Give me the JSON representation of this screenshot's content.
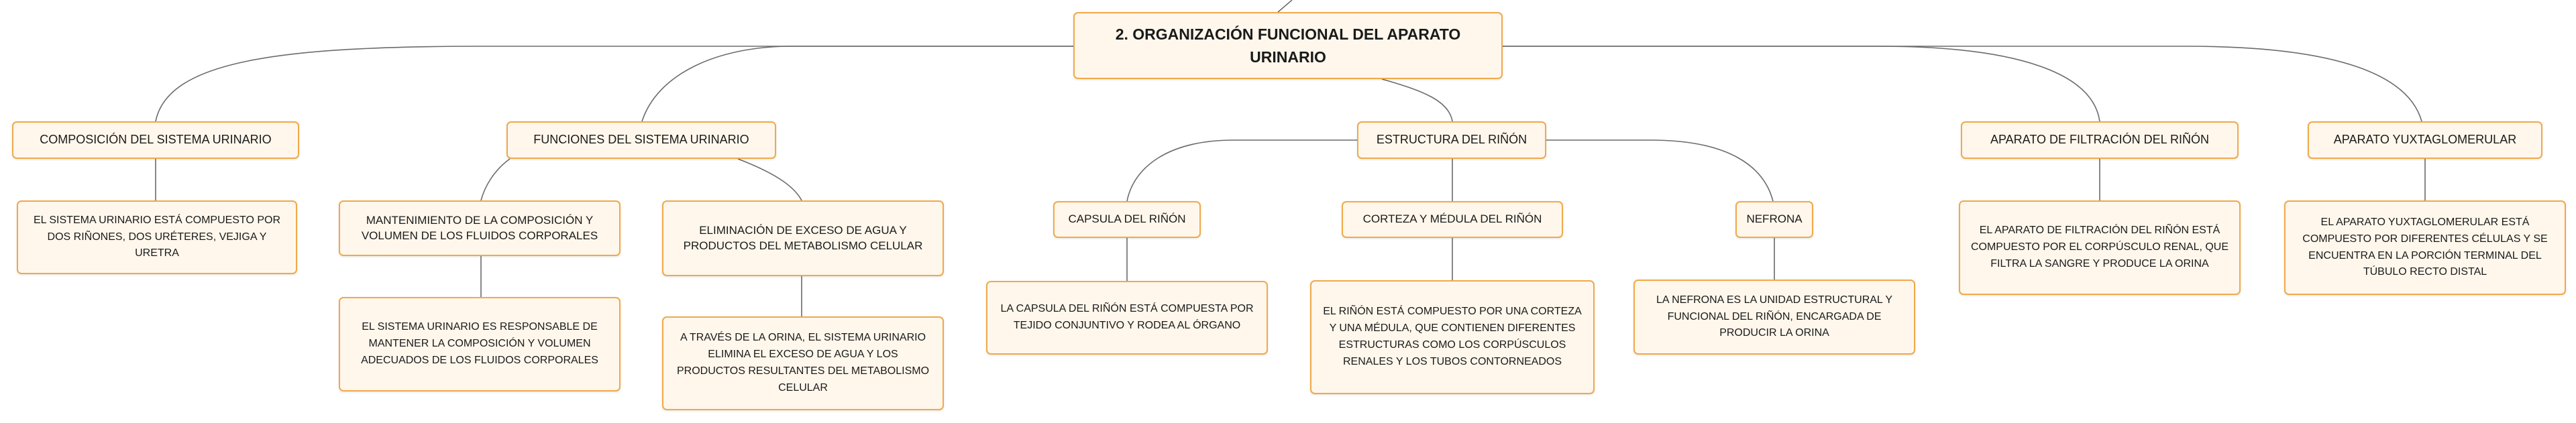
{
  "root": {
    "title": "2. ORGANIZACIÓN FUNCIONAL DEL APARATO URINARIO"
  },
  "branches": {
    "composicion": {
      "label": "COMPOSICIÓN DEL SISTEMA URINARIO",
      "desc": "EL SISTEMA URINARIO ESTÁ COMPUESTO POR DOS RIÑONES, DOS URÉTERES, VEJIGA Y URETRA"
    },
    "funciones": {
      "label": "FUNCIONES DEL SISTEMA URINARIO",
      "mantenimiento": {
        "label": "MANTENIMIENTO DE LA COMPOSICIÓN Y VOLUMEN DE LOS FLUIDOS CORPORALES",
        "desc": "EL SISTEMA URINARIO ES RESPONSABLE DE MANTENER LA COMPOSICIÓN Y VOLUMEN ADECUADOS DE LOS FLUIDOS CORPORALES"
      },
      "eliminacion": {
        "label": "ELIMINACIÓN DE EXCESO DE AGUA Y PRODUCTOS DEL METABOLISMO CELULAR",
        "desc": "A TRAVÉS DE LA ORINA, EL SISTEMA URINARIO ELIMINA EL EXCESO DE AGUA Y LOS PRODUCTOS RESULTANTES DEL METABOLISMO CELULAR"
      }
    },
    "estructura": {
      "label": "ESTRUCTURA DEL RIÑÓN",
      "capsula": {
        "label": "CAPSULA DEL RIÑÓN",
        "desc": "LA CAPSULA DEL RIÑÓN ESTÁ COMPUESTA POR TEJIDO CONJUNTIVO Y RODEA AL ÓRGANO"
      },
      "corteza": {
        "label": "CORTEZA Y MÉDULA DEL RIÑÓN",
        "desc": "EL RIÑÓN ESTÁ COMPUESTO POR UNA CORTEZA Y UNA MÉDULA, QUE CONTIENEN DIFERENTES ESTRUCTURAS COMO LOS CORPÚSCULOS RENALES Y LOS TUBOS CONTORNEADOS"
      },
      "nefrona": {
        "label": "NEFRONA",
        "desc": "LA NEFRONA ES LA UNIDAD ESTRUCTURAL Y FUNCIONAL DEL RIÑÓN, ENCARGADA DE PRODUCIR LA ORINA"
      }
    },
    "filtracion": {
      "label": "APARATO DE FILTRACIÓN DEL RIÑÓN",
      "desc": "EL APARATO DE FILTRACIÓN DEL RIÑÓN ESTÁ COMPUESTO POR EL CORPÚSCULO RENAL, QUE FILTRA LA SANGRE Y PRODUCE LA ORINA"
    },
    "yuxta": {
      "label": "APARATO YUXTAGLOMERULAR",
      "desc": "EL APARATO YUXTAGLOMERULAR ESTÁ COMPUESTO POR DIFERENTES CÉLULAS Y SE ENCUENTRA EN LA PORCIÓN TERMINAL DEL TÚBULO RECTO DISTAL"
    }
  }
}
